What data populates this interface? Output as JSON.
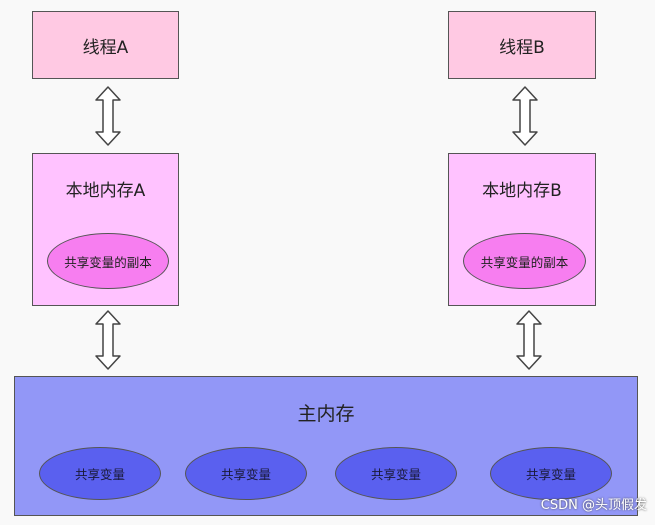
{
  "thread_a": {
    "label": "线程A"
  },
  "thread_b": {
    "label": "线程B"
  },
  "local_a": {
    "label": "本地内存A",
    "copy_label": "共享变量的副本"
  },
  "local_b": {
    "label": "本地内存B",
    "copy_label": "共享变量的副本"
  },
  "main_memory": {
    "label": "主内存",
    "variables": [
      "共享变量",
      "共享变量",
      "共享变量",
      "共享变量"
    ]
  },
  "watermark": "CSDN @头顶假发",
  "colors": {
    "thread_fill": "#ffc9e3",
    "local_fill": "#ffc2ff",
    "copy_fill": "#f77ef0",
    "main_fill": "#9297f7",
    "variable_fill": "#5a60ef"
  }
}
